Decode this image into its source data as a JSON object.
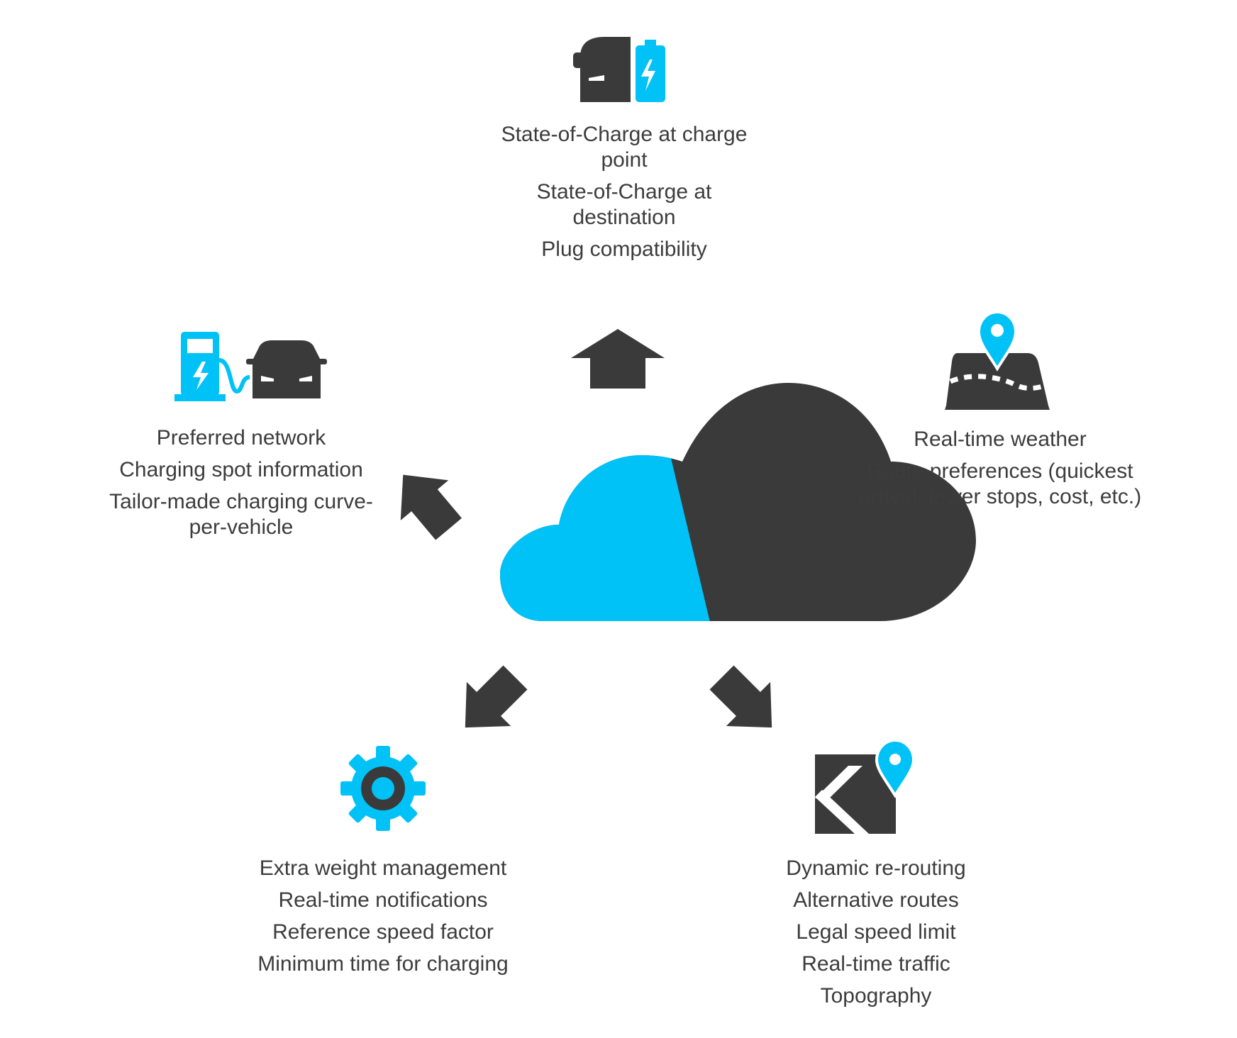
{
  "colors": {
    "accent": "#00c2f7",
    "dark": "#3a3a3a",
    "background": "#ffffff"
  },
  "icons": {
    "center": "cloud-icon",
    "top": "car-battery-icon",
    "left": "charging-station-car-icon",
    "right": "map-pin-road-icon",
    "bottom_left": "gear-icon",
    "bottom_right": "map-k-pin-icon"
  },
  "top": {
    "items": [
      "State-of-Charge at charge point",
      "State-of-Charge at destination",
      "Plug compatibility"
    ]
  },
  "left": {
    "items": [
      "Preferred network",
      "Charging spot information",
      "Tailor-made charging curve-per-vehicle"
    ]
  },
  "right": {
    "items": [
      "Real-time weather",
      "Route preferences (quickest arrival, fewer stops, cost, etc.)"
    ]
  },
  "bottom_left": {
    "items": [
      "Extra weight management",
      "Real-time notifications",
      "Reference speed factor",
      "Minimum time for charging"
    ]
  },
  "bottom_right": {
    "items": [
      "Dynamic re-routing",
      "Alternative routes",
      "Legal speed limit",
      "Real-time traffic",
      "Topography"
    ]
  }
}
